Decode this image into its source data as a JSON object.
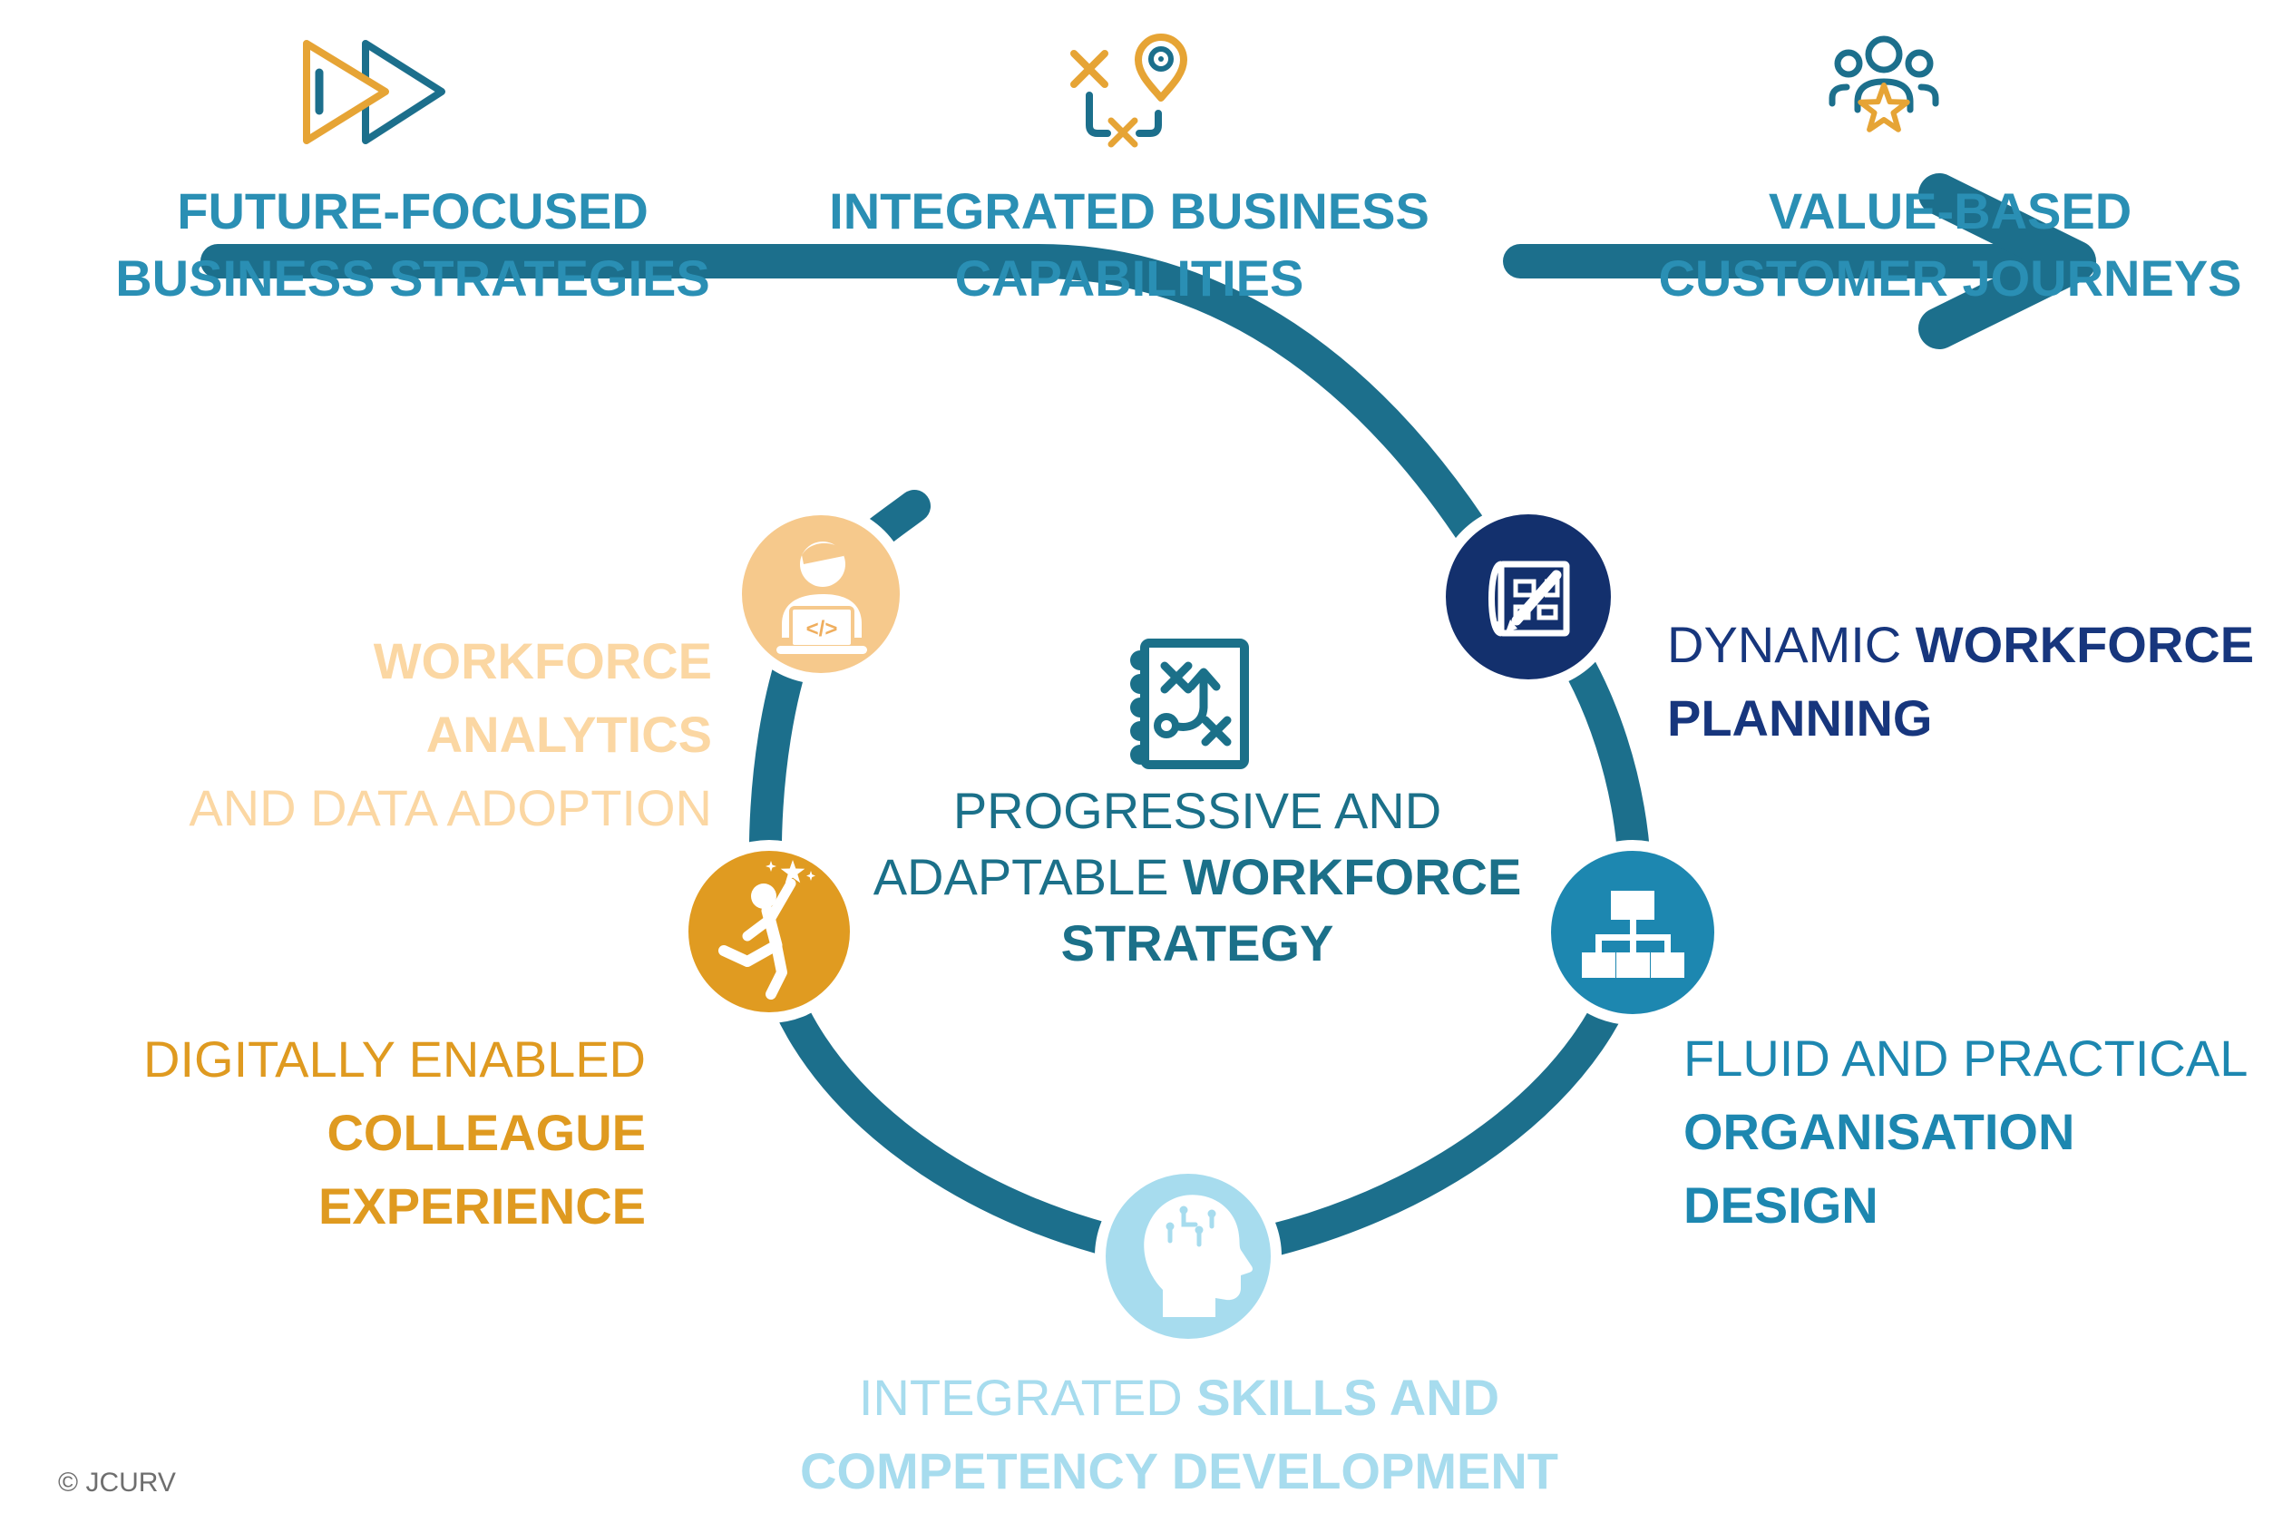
{
  "diagram_title": "Progressive and adaptable workforce strategy cycle",
  "colors": {
    "header_teal": "#2a8fb4",
    "arrow_teal": "#1c6f8c",
    "center_teal": "#1b7089",
    "navy": "#13306d",
    "navy_text": "#17367d",
    "peach": "#f6c98c",
    "peach_text": "#fbd7a3",
    "gold": "#e09b21",
    "gold_text": "#df9a20",
    "teal_node": "#1d87b0",
    "light_blue": "#a7dcee",
    "icon_orange": "#e6a435",
    "copyright_gray": "#6e6e6e",
    "background": "#ffffff"
  },
  "top_items": [
    {
      "label": "FUTURE-FOCUSED\nBUSINESS STRATEGIES",
      "icon": "fast-forward-icon"
    },
    {
      "label": "INTEGRATED BUSINESS\nCAPABILITIES",
      "icon": "route-map-icon"
    },
    {
      "label": "VALUE-BASED\nCUSTOMER JOURNEYS",
      "icon": "customer-group-star-icon"
    }
  ],
  "center": {
    "regular": "PROGRESSIVE AND\nADAPTABLE ",
    "bold": "WORKFORCE\nSTRATEGY",
    "icon": "strategy-playbook-icon"
  },
  "nodes": [
    {
      "id": "workforce-analytics",
      "bold": "WORKFORCE ANALYTICS",
      "regular": "\nAND DATA ADOPTION",
      "icon": "analyst-at-laptop-icon",
      "circle_color": "#f6c98c",
      "text_color": "#fbd7a3"
    },
    {
      "id": "dynamic-workforce-planning",
      "regular": "DYNAMIC ",
      "bold": "WORKFORCE\nPLANNING",
      "icon": "blueprint-pencil-icon",
      "circle_color": "#13306d",
      "text_color": "#17367d"
    },
    {
      "id": "organisation-design",
      "regular": "FLUID AND PRACTICAL",
      "bold": "\nORGANISATION\nDESIGN",
      "icon": "org-chart-icon",
      "circle_color": "#1d87b0",
      "text_color": "#1d87b0"
    },
    {
      "id": "skills-development",
      "regular": "INTEGRATED ",
      "bold": "SKILLS AND\nCOMPETENCY DEVELOPMENT",
      "icon": "head-circuit-icon",
      "circle_color": "#a7dcee",
      "text_color": "#a7dcee"
    },
    {
      "id": "colleague-experience",
      "regular": "DIGITALLY ENABLED",
      "bold": "\nCOLLEAGUE EXPERIENCE",
      "icon": "person-reaching-star-icon",
      "circle_color": "#e09b21",
      "text_color": "#df9a20"
    }
  ],
  "footer": {
    "copyright": "© JCURV"
  }
}
